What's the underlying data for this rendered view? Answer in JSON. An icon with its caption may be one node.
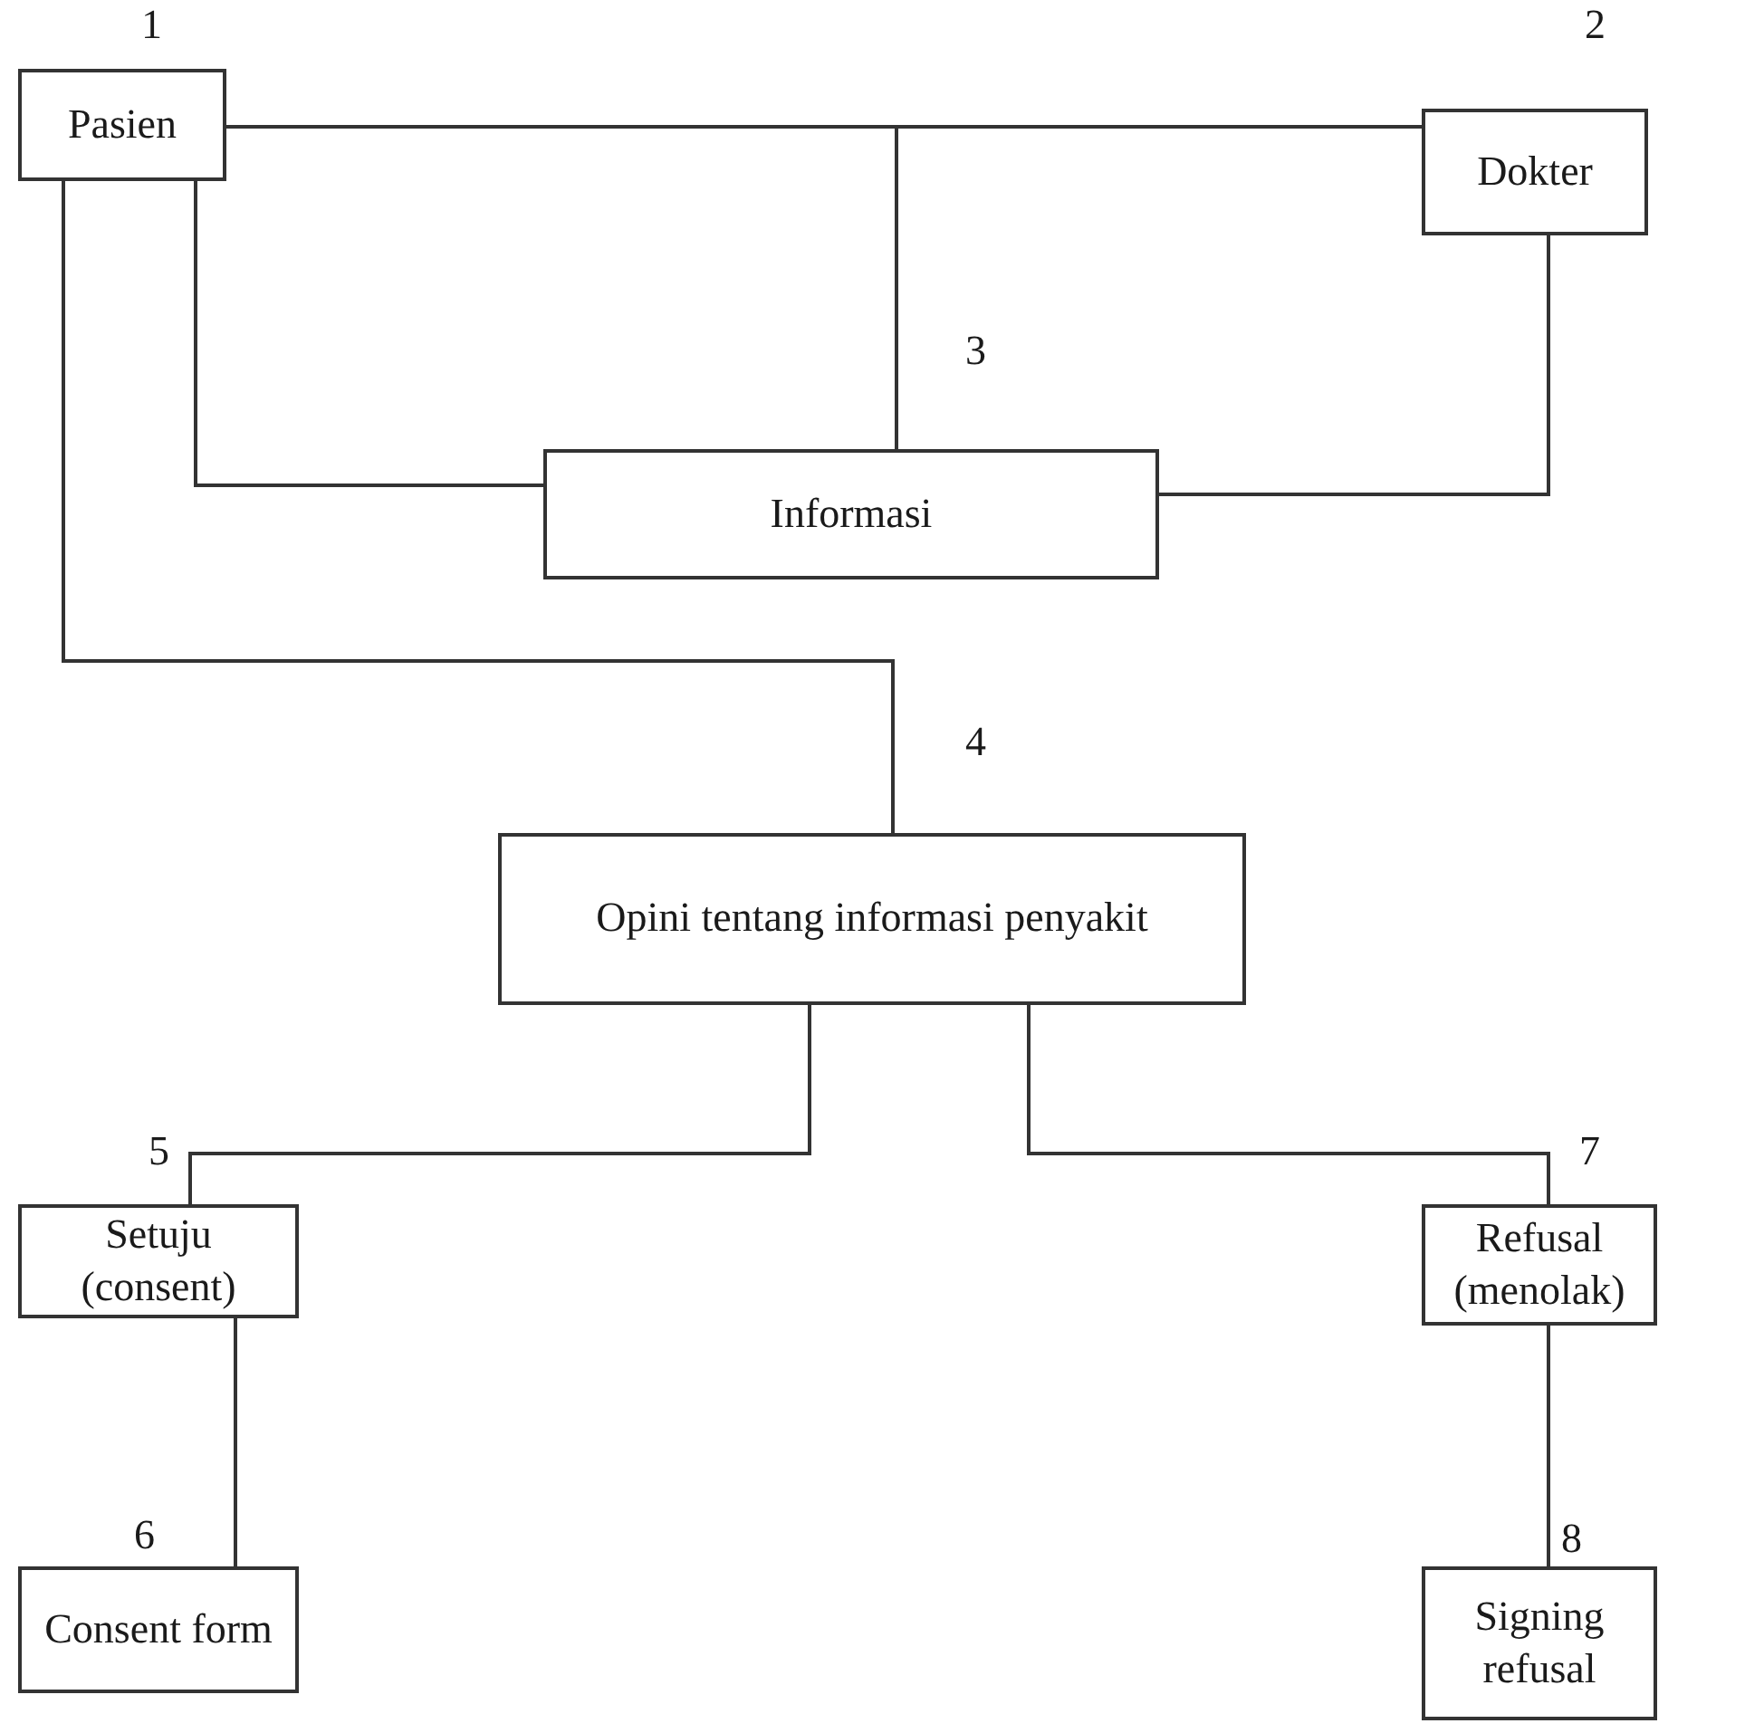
{
  "diagram": {
    "nodes": [
      {
        "text": [
          "Pasien"
        ],
        "beside": [
          "1"
        ]
      },
      {
        "text": [
          "Dokter"
        ],
        "beside": [
          "2"
        ]
      },
      {
        "text": [
          "Informasi"
        ],
        "beside": [
          "3"
        ]
      },
      {
        "text": [
          "Opini tentang informasi penyakit"
        ],
        "beside": [
          "4"
        ]
      },
      {
        "text": [
          "Setuju (consent)"
        ],
        "beside": [
          "5"
        ]
      },
      {
        "text": [
          "Consent form"
        ],
        "beside": [
          "6"
        ]
      },
      {
        "text": [
          "Refusal (menolak)"
        ],
        "beside": [
          "7"
        ]
      },
      {
        "text": [
          "Signing refusal"
        ],
        "beside": [
          "8"
        ]
      }
    ],
    "edges": [
      {
        "from": 0,
        "to": 1,
        "arrow": "none"
      },
      {
        "from": 0,
        "to": 2,
        "arrow": "none"
      },
      {
        "from": 1,
        "to": 2,
        "arrow": "none"
      },
      {
        "from": 0,
        "to": 2,
        "arrow": "none"
      },
      {
        "from": 1,
        "to": 2,
        "arrow": "none"
      },
      {
        "from": 0,
        "to": 3,
        "arrow": "none"
      },
      {
        "from": 3,
        "to": 4,
        "arrow": "none"
      },
      {
        "from": 3,
        "to": 6,
        "arrow": "none"
      },
      {
        "from": 4,
        "to": 5,
        "arrow": "none"
      },
      {
        "from": 6,
        "to": 7,
        "arrow": "none"
      }
    ]
  }
}
